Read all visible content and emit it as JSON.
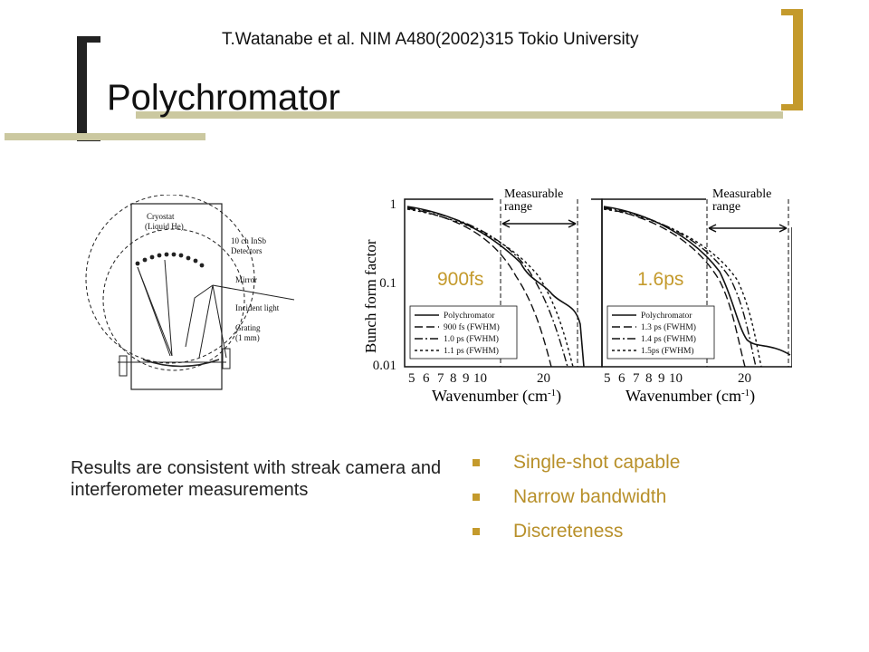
{
  "header": {
    "reference": "T.Watanabe et al. NIM A480(2002)315    Tokio University",
    "title": "Polychromator"
  },
  "diagram": {
    "labels": {
      "cryostat": "Cryostat",
      "liquid_he": "(Liquid He)",
      "detectors_1": "10 ch InSb",
      "detectors_2": "Detectors",
      "mirror": "Mirror",
      "incident": "Incident light",
      "grating_1": "Grating",
      "grating_2": "(1 mm)"
    }
  },
  "plots": {
    "ylabel": "Bunch form factor",
    "y_ticks": [
      "1",
      "0.1",
      "0.01"
    ],
    "x_ticks": [
      "5",
      "6",
      "7",
      "8",
      "9",
      "10",
      "20"
    ],
    "panels": [
      {
        "xlabel": "Wavenumber (cm",
        "xlabel_sup": "-1",
        "xlabel_end": ")",
        "range_1": "Measurable",
        "range_2": "range",
        "overlay": "900fs",
        "legend": [
          "Polychromator",
          "900 fs (FWHM)",
          "1.0 ps (FWHM)",
          "1.1 ps (FWHM)"
        ]
      },
      {
        "xlabel": "Wavenumber (cm",
        "xlabel_sup": "-1",
        "xlabel_end": ")",
        "range_1": "Measurable",
        "range_2": "range",
        "overlay": "1.6ps",
        "legend": [
          "Polychromator",
          "1.3 ps (FWHM)",
          "1.4 ps (FWHM)",
          "1.5ps (FWHM)"
        ]
      }
    ]
  },
  "results_text": "Results are consistent with streak camera and interferometer measurements",
  "bullets": [
    "Single-shot capable",
    "Narrow bandwidth",
    "Discreteness"
  ],
  "colors": {
    "accent": "#c49a2c",
    "olive": "#cbc8a0",
    "dark": "#222222"
  }
}
